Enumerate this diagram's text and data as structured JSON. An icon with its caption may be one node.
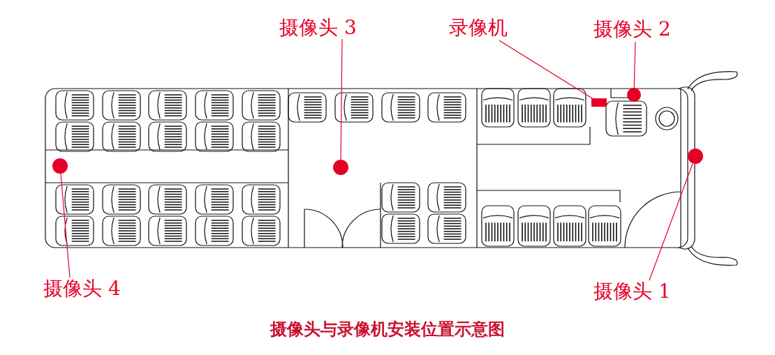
{
  "diagram": {
    "caption": "摄像头与录像机安装位置示意图",
    "nodes": [
      {
        "text": [
          "摄像头 3"
        ]
      },
      {
        "text": [
          "录像机"
        ]
      },
      {
        "text": [
          "摄像头 2"
        ]
      },
      {
        "text": [
          "摄像头 4"
        ]
      },
      {
        "text": [
          "摄像头 1"
        ]
      },
      {
        "text": [],
        "shape": "circle"
      },
      {
        "text": [],
        "shape": "box"
      },
      {
        "text": [],
        "shape": "circle"
      },
      {
        "text": [],
        "shape": "circle"
      },
      {
        "text": [],
        "shape": "circle"
      }
    ],
    "edges": [
      {
        "from": 0,
        "to": 5,
        "arrow": "none",
        "color": "#e60026"
      },
      {
        "from": 1,
        "to": 6,
        "arrow": "none",
        "color": "#e60026"
      },
      {
        "from": 2,
        "to": 7,
        "arrow": "none",
        "color": "#e60026"
      },
      {
        "from": 3,
        "to": 8,
        "arrow": "none",
        "color": "#e60026"
      },
      {
        "from": 4,
        "to": 9,
        "arrow": "none",
        "color": "#e60026"
      }
    ]
  }
}
